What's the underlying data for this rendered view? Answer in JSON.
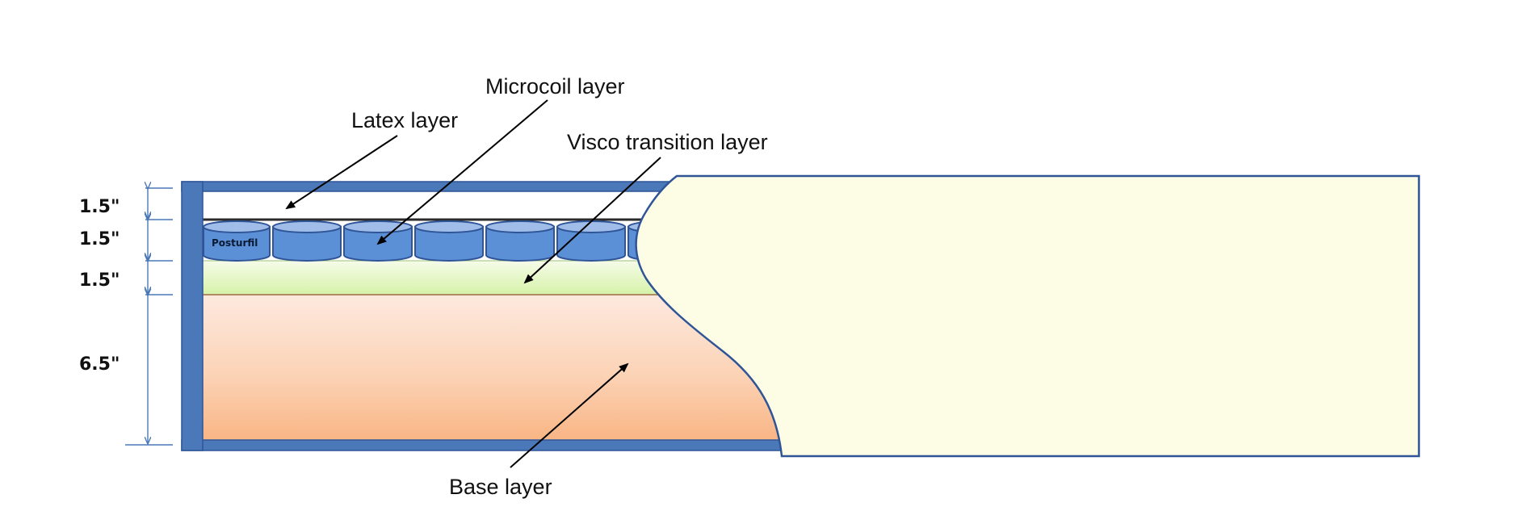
{
  "diagram": {
    "callouts": {
      "latex": "Latex layer",
      "microcoil": "Microcoil layer",
      "visco": "Visco transition layer",
      "base": "Base layer"
    },
    "coil_label": "Posturfil",
    "dimensions": [
      "1.5\"",
      "1.5\"",
      "1.5\"",
      "6.5\""
    ]
  },
  "colors": {
    "frame": "#4a78b8",
    "frame_dark": "#2f5597",
    "coil_fill": "#5b8fd6",
    "coil_top": "#9fbde8",
    "visco_light": "#f4fbe6",
    "visco_green": "#dcf5b4",
    "base_light": "#fde9df",
    "base_orange": "#f9b98a",
    "cover_fill": "#fdfde6",
    "cover_stroke": "#2f5597"
  }
}
